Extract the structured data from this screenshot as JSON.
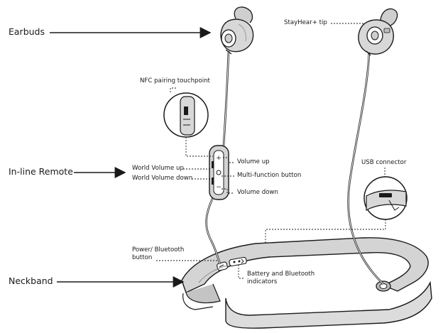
{
  "main_labels": {
    "earbuds": "Earbuds",
    "inline_remote": "In-line Remote",
    "neckband": "Neckband"
  },
  "callouts": {
    "stayhear_tip": "StayHear+ tip",
    "nfc_pairing": "NFC pairing touchpoint",
    "world_volume_up": "World Volume up",
    "world_volume_down": "World Volume down",
    "volume_up": "Volume up",
    "multi_function": "Multi-function button",
    "volume_down": "Volume down",
    "usb_connector": "USB connector",
    "power_bluetooth_line1": "Power/ Bluetooth",
    "power_bluetooth_line2": "button",
    "battery_line1": "Battery and  Bluetooth",
    "battery_line2": "indicators"
  },
  "colors": {
    "ink": "#1a1a1a",
    "device_fill": "#d4d4d4",
    "device_shade": "#bdbdbd"
  }
}
